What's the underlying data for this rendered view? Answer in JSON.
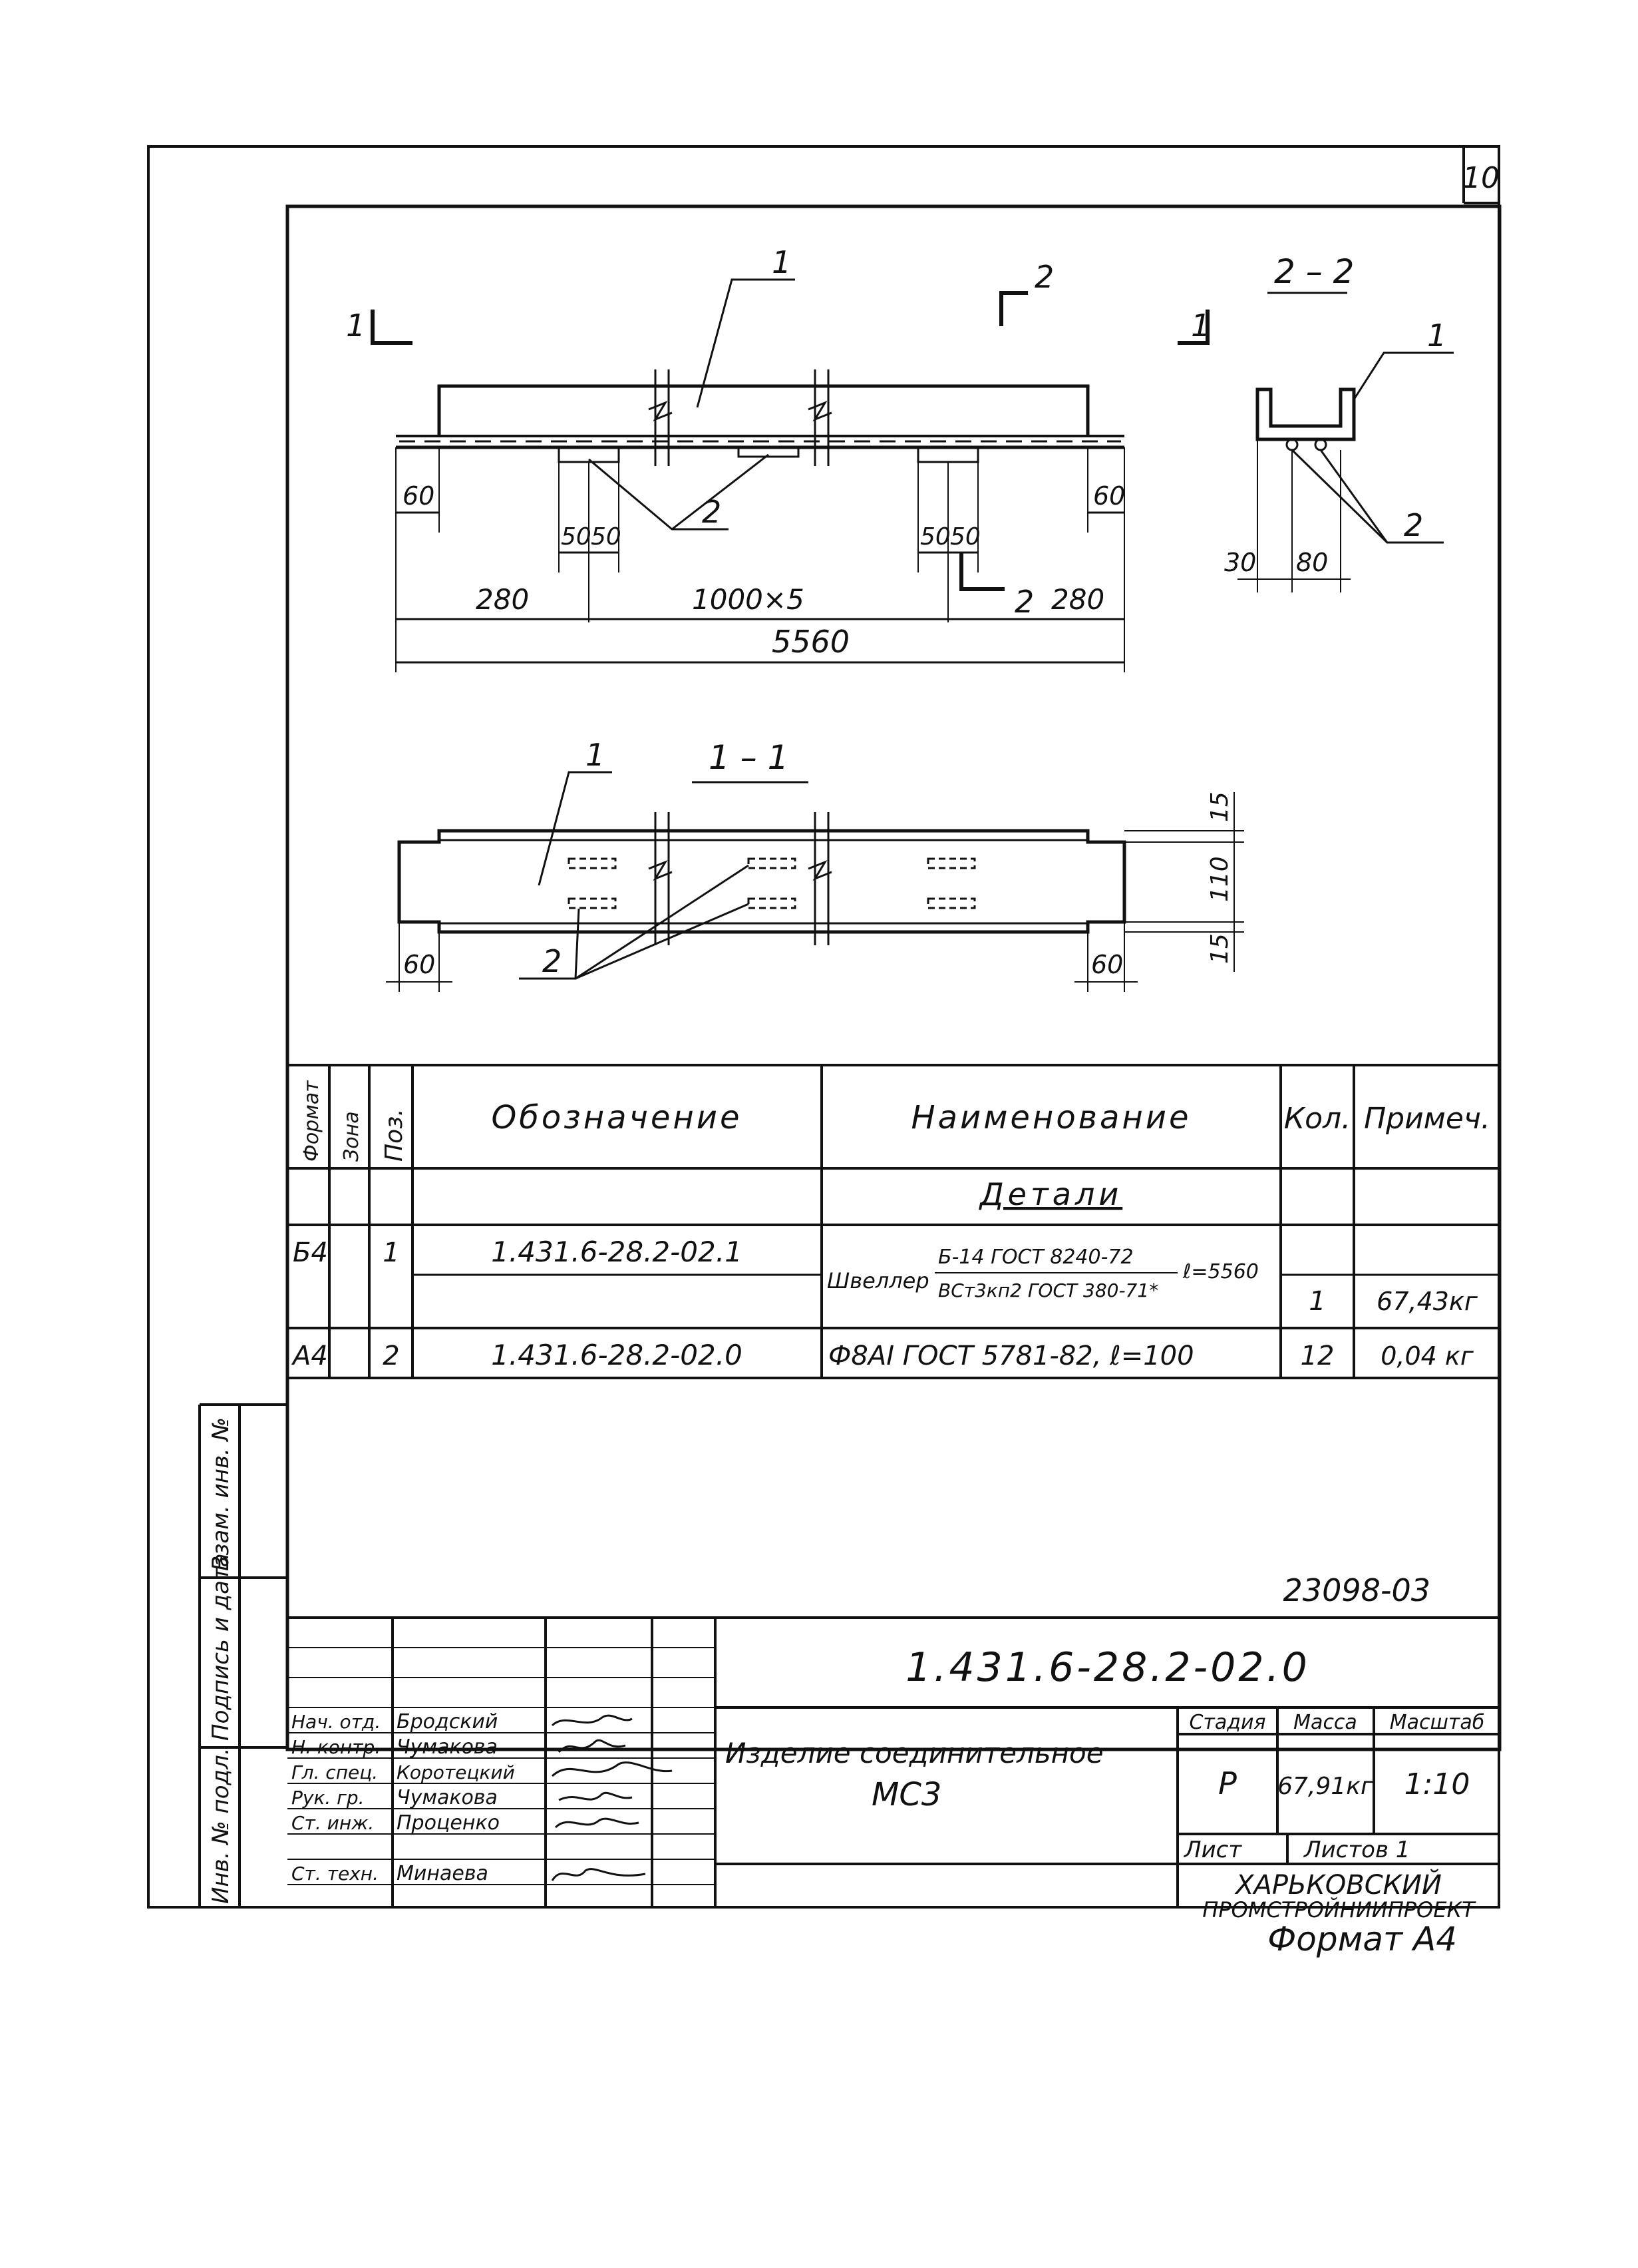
{
  "sheet": {
    "page_number": "10",
    "format_note": "Формат А4",
    "archive_number": "23098-03"
  },
  "drawing": {
    "plan": {
      "callout_1": "1",
      "callout_2": "2",
      "section_mark_left": "1",
      "section_mark_right": "1",
      "section_mark_top": "2",
      "section_mark_bottom": "2",
      "dims": {
        "d60_left": "60",
        "d60_right": "60",
        "d50a": "50",
        "d50b": "50",
        "d50c": "50",
        "d50d": "50",
        "d280_left": "280",
        "d1000x5": "1000×5",
        "d280_right": "280",
        "d5560": "5560"
      }
    },
    "section_2_2": {
      "title": "2 – 2",
      "callout_1": "1",
      "callout_2": "2",
      "d30": "30",
      "d80": "80"
    },
    "section_1_1": {
      "title": "1 – 1",
      "callout_1": "1",
      "callout_2": "2",
      "d15_top": "15",
      "d110": "110",
      "d15_bottom": "15",
      "d60_left": "60",
      "d60_right": "60"
    }
  },
  "spec_table": {
    "headers": {
      "format": "Формат",
      "zone": "Зона",
      "pos": "Поз.",
      "designation": "Обозначение",
      "name": "Наименование",
      "qty": "Кол.",
      "note": "Примеч."
    },
    "section_title": "Детали",
    "rows": [
      {
        "format": "Б4",
        "pos": "1",
        "designation": "1.431.6-28.2-02.1",
        "name_prefix": "Швеллер",
        "name_top": "Б-14 ГОСТ 8240-72",
        "name_bottom": "ВСт3кп2 ГОСТ 380-71*",
        "name_suffix": "ℓ=5560",
        "qty": "1",
        "note": "67,43кг"
      },
      {
        "format": "А4",
        "pos": "2",
        "designation": "1.431.6-28.2-02.0",
        "name": "Ф8АI ГОСТ 5781-82, ℓ=100",
        "qty": "12",
        "note": "0,04 кг"
      }
    ]
  },
  "side_labels": {
    "vzam": "Взам. инв. №",
    "podpis": "Подпись и дата",
    "inv": "Инв. № подл."
  },
  "title_block": {
    "doc_code": "1.431.6-28.2-02.0",
    "product_name_line1": "Изделие соединительное",
    "product_name_line2": "МС3",
    "stage_label": "Стадия",
    "mass_label": "Масса",
    "scale_label": "Масштаб",
    "stage": "Р",
    "mass": "67,91кг",
    "scale": "1:10",
    "sheet_label": "Лист",
    "sheets_label": "Листов 1",
    "org_line1": "ХАРЬКОВСКИЙ",
    "org_line2": "ПРОМСТРОЙНИИПРОЕКТ",
    "staff": [
      {
        "role": "Нач. отд.",
        "name": "Бродский"
      },
      {
        "role": "Н. контр.",
        "name": "Чумакова"
      },
      {
        "role": "Гл. спец.",
        "name": "Коротецкий"
      },
      {
        "role": "Рук. гр.",
        "name": "Чумакова"
      },
      {
        "role": "Ст. инж.",
        "name": "Проценко"
      },
      {
        "role": "",
        "name": ""
      },
      {
        "role": "Ст. техн.",
        "name": "Минаева"
      }
    ]
  }
}
